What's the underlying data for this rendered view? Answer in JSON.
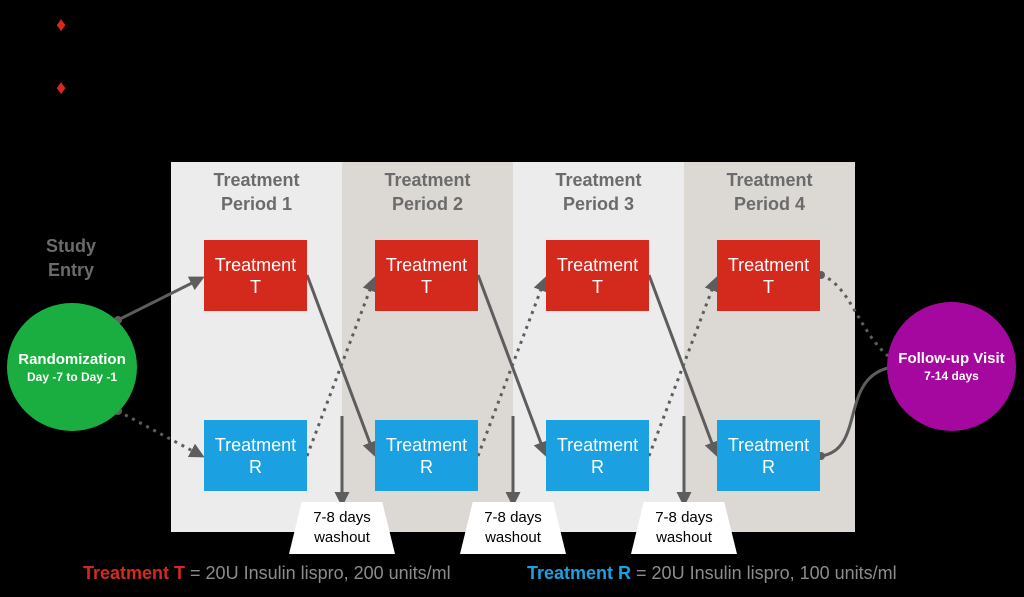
{
  "bullets": [
    "♦",
    "♦"
  ],
  "periods": [
    {
      "line1": "Treatment",
      "line2": "Period 1"
    },
    {
      "line1": "Treatment",
      "line2": "Period 2"
    },
    {
      "line1": "Treatment",
      "line2": "Period 3"
    },
    {
      "line1": "Treatment",
      "line2": "Period 4"
    }
  ],
  "study_entry": {
    "line1": "Study",
    "line2": "Entry"
  },
  "randomization": {
    "title": "Randomization",
    "subtitle": "Day -7 to Day -1"
  },
  "followup": {
    "title": "Follow-up Visit",
    "subtitle": "7-14 days"
  },
  "treatment_t": {
    "line1": "Treatment",
    "line2": "T"
  },
  "treatment_r": {
    "line1": "Treatment",
    "line2": "R"
  },
  "washouts": [
    {
      "line1": "7-8 days",
      "line2": "washout"
    },
    {
      "line1": "7-8 days",
      "line2": "washout"
    },
    {
      "line1": "7-8 days",
      "line2": "washout"
    }
  ],
  "legend": {
    "t_key": "Treatment T",
    "t_value": " = 20U Insulin lispro, 200 units/ml",
    "r_key": "Treatment R",
    "r_value": " = 20U Insulin lispro, 100 units/ml"
  },
  "colors": {
    "treatment_t": "#d42a1e",
    "treatment_r": "#1ba1e2",
    "randomization": "#1aad3f",
    "followup": "#a5089e",
    "period_light": "#ececec",
    "period_dark": "#dcd9d5",
    "label_grey": "#6b6b6b",
    "arrow_grey": "#5d5d5d"
  }
}
